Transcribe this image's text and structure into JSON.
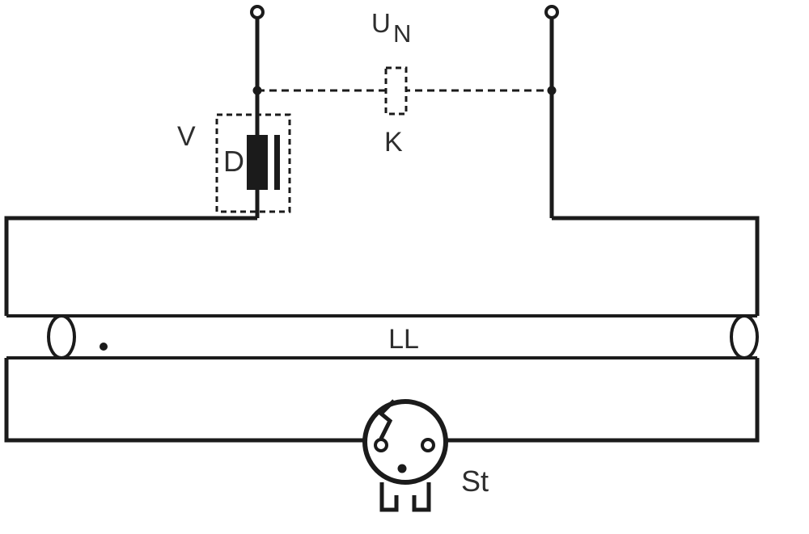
{
  "diagram": {
    "type": "circuit-schematic",
    "description": "Fluorescent lamp circuit with magnetic ballast, starter and optional compensation capacitor",
    "labels": {
      "supply_voltage": {
        "base": "U",
        "subscript": "N"
      },
      "compensation_capacitor": "K",
      "ballast_unit": "V",
      "choke": "D",
      "fluorescent_lamp": "LL",
      "starter": "St"
    },
    "colors": {
      "line": "#1b1b1b",
      "label": "#2e2e2e",
      "background": "#ffffff"
    }
  }
}
